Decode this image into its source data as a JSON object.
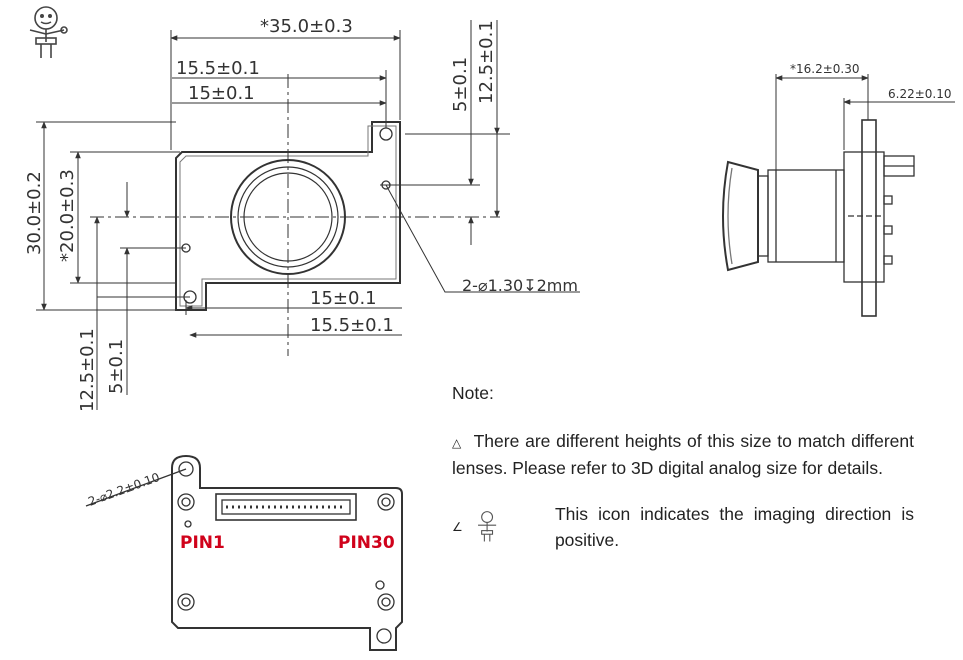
{
  "dimensions": {
    "width": "*35.0±0.3",
    "half_width_outer_top": "15.5±0.1",
    "half_width_inner_top": "15±0.1",
    "half_width_inner_bottom": "15±0.1",
    "half_width_outer_bottom": "15.5±0.1",
    "right_vertical_5": "5±0.1",
    "right_vertical_12_5": "12.5±0.1",
    "height_total": "30.0±0.2",
    "height_body": "*20.0±0.3",
    "left_vertical_12_5": "12.5±0.1",
    "left_vertical_5": "5±0.1",
    "hole_callout": "2-⌀1.30↧2mm",
    "side_depth": "*16.2±0.30",
    "side_flange": "6.22±0.10",
    "bottom_hole_callout": "2-⌀2.2±0.10"
  },
  "pins": {
    "pin_first": "PIN1",
    "pin_last": "PIN30"
  },
  "notes": {
    "title": "Note:",
    "triangle_symbol": "△",
    "line1": "There are different heights of this size to match different lenses. Please refer to 3D digital analog size for details.",
    "icon_marker": "∠",
    "line2": "This icon indicates the imaging direction is positive."
  },
  "colors": {
    "line": "#333333",
    "pin_label": "#d0021b"
  }
}
